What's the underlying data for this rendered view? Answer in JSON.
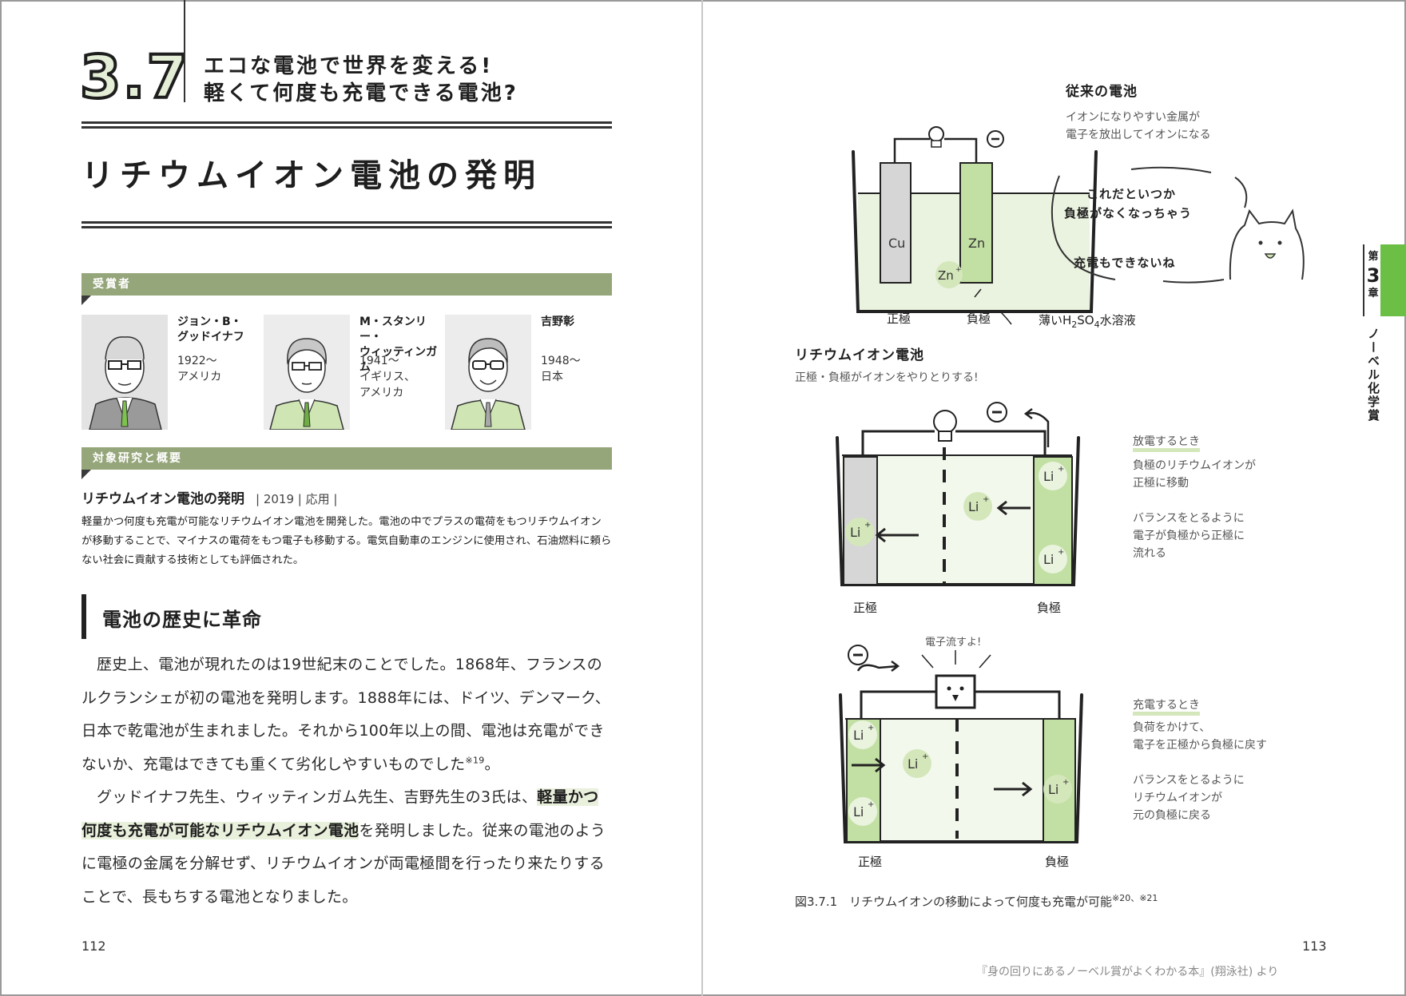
{
  "left": {
    "section_number": "3.7",
    "section_title_line1": "エコな電池で世界を変える!",
    "section_title_line2": "軽くて何度も充電できる電池?",
    "main_title": "リチウムイオン電池の発明",
    "laureates_heading": "受賞者",
    "laureates": [
      {
        "name_line1": "ジョン・B・",
        "name_line2": "グッドイナフ",
        "born": "1922〜",
        "country_line1": "アメリカ",
        "country_line2": ""
      },
      {
        "name_line1": "M・スタンリー・",
        "name_line2": "ウィッティンガム",
        "born": "1941〜",
        "country_line1": "イギリス、",
        "country_line2": "アメリカ"
      },
      {
        "name_line1": "吉野彰",
        "name_line2": "",
        "born": "1948〜",
        "country_line1": "日本",
        "country_line2": ""
      }
    ],
    "research_heading": "対象研究と概要",
    "research_title": "リチウムイオン電池の発明",
    "research_meta": "| 2019 | 応用 |",
    "abstract": "軽量かつ何度も充電が可能なリチウムイオン電池を開発した。電池の中でプラスの電荷をもつリチウムイオンが移動することで、マイナスの電荷をもつ電子も移動する。電気自動車のエンジンに使用され、石油燃料に頼らない社会に貢献する技術としても評価された。",
    "subheading": "電池の歴史に革命",
    "para1": "歴史上、電池が現れたのは19世紀末のことでした。1868年、フランスのルクランシェが初の電池を発明します。1888年には、ドイツ、デンマーク、日本で乾電池が生まれました。それから100年以上の間、電池は充電ができないか、充電はできても重くて劣化しやすいものでした",
    "para1_note": "※19",
    "para1_end": "。",
    "para2_a": "グッドイナフ先生、ウィッティンガム先生、吉野先生の3氏は、",
    "para2_hl": "軽量かつ何度も充電が可能なリチウムイオン電池",
    "para2_b": "を発明しました。従来の電池のように電極の金属を分解せず、リチウムイオンが両電極間を行ったり来たりすることで、長もちする電池となりました。",
    "page_number": "112"
  },
  "right": {
    "conventional_title": "従来の電池",
    "conventional_desc1": "イオンになりやすい金属が",
    "conventional_desc2": "電子を放出してイオンになる",
    "cat_speech1": "これだといつか",
    "cat_speech2": "負極がなくなっちゃう",
    "cat_speech3": "充電もできないね",
    "cu": "Cu",
    "zn": "Zn",
    "zn_ion": "Zn",
    "electrode_pos": "正極",
    "electrode_neg": "負極",
    "electrolyte_a": "薄いH",
    "electrolyte_sub1": "2",
    "electrolyte_b": "SO",
    "electrolyte_sub2": "4",
    "electrolyte_c": "水溶液",
    "liion_title": "リチウムイオン電池",
    "liion_desc": "正極・負極がイオンをやりとりする!",
    "li": "Li",
    "discharge_title": "放電するとき",
    "discharge_desc1": "負極のリチウムイオンが",
    "discharge_desc2": "正極に移動",
    "discharge_desc3": "バランスをとるように",
    "discharge_desc4": "電子が負極から正極に",
    "discharge_desc5": "流れる",
    "charge_bubble": "電子流すよ!",
    "charge_title": "充電するとき",
    "charge_desc1": "負荷をかけて、",
    "charge_desc2": "電子を正極から負極に戻す",
    "charge_desc3": "バランスをとるように",
    "charge_desc4": "リチウムイオンが",
    "charge_desc5": "元の負極に戻る",
    "figure_caption": "図3.7.1　リチウムイオンの移動によって何度も充電が可能",
    "figure_note": "※20、※21",
    "chapter_small": "第",
    "chapter_num": "3",
    "chapter_small2": "章",
    "chapter_name": "ノーベル化学賞",
    "page_number": "113",
    "credit": "『身の回りにあるノーベル賞がよくわかる本』(翔泳社) より"
  },
  "colors": {
    "accent_green": "#6bbf45",
    "bar_olive": "#96a67b",
    "pale_green": "#d4e7bb",
    "highlight": "#e9f0dc"
  }
}
